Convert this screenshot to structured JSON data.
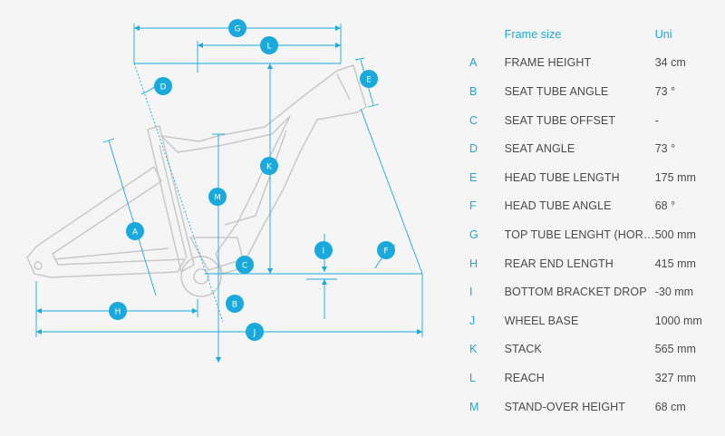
{
  "colors": {
    "accent": "#1aa9dd",
    "frame_stroke": "#c9c9c9",
    "text": "#4a4a4a",
    "background": "#f5f5f5"
  },
  "table": {
    "header": {
      "label": "Frame size",
      "value": "Uni"
    },
    "rows": [
      {
        "key": "A",
        "label": "FRAME HEIGHT",
        "value": "34 cm"
      },
      {
        "key": "B",
        "label": "SEAT TUBE ANGLE",
        "value": "73 °"
      },
      {
        "key": "C",
        "label": "SEAT TUBE OFFSET",
        "value": "-"
      },
      {
        "key": "D",
        "label": "SEAT ANGLE",
        "value": "73 °"
      },
      {
        "key": "E",
        "label": "HEAD TUBE LENGTH",
        "value": "175 mm"
      },
      {
        "key": "F",
        "label": "HEAD TUBE ANGLE",
        "value": "68 °"
      },
      {
        "key": "G",
        "label": "TOP TUBE LENGHT (HORIZ...",
        "value": "500 mm"
      },
      {
        "key": "H",
        "label": "REAR END LENGTH",
        "value": "415 mm"
      },
      {
        "key": "I",
        "label": "BOTTOM BRACKET DROP",
        "value": "-30 mm"
      },
      {
        "key": "J",
        "label": "WHEEL BASE",
        "value": "1000 mm"
      },
      {
        "key": "K",
        "label": "STACK",
        "value": "565 mm"
      },
      {
        "key": "L",
        "label": "REACH",
        "value": "327 mm"
      },
      {
        "key": "M",
        "label": "STAND-OVER HEIGHT",
        "value": "68 cm"
      }
    ]
  },
  "diagram": {
    "badges": {
      "A": "A",
      "B": "B",
      "C": "C",
      "D": "D",
      "E": "E",
      "F": "F",
      "G": "G",
      "H": "H",
      "I": "I",
      "J": "J",
      "K": "K",
      "L": "L",
      "M": "M"
    }
  }
}
